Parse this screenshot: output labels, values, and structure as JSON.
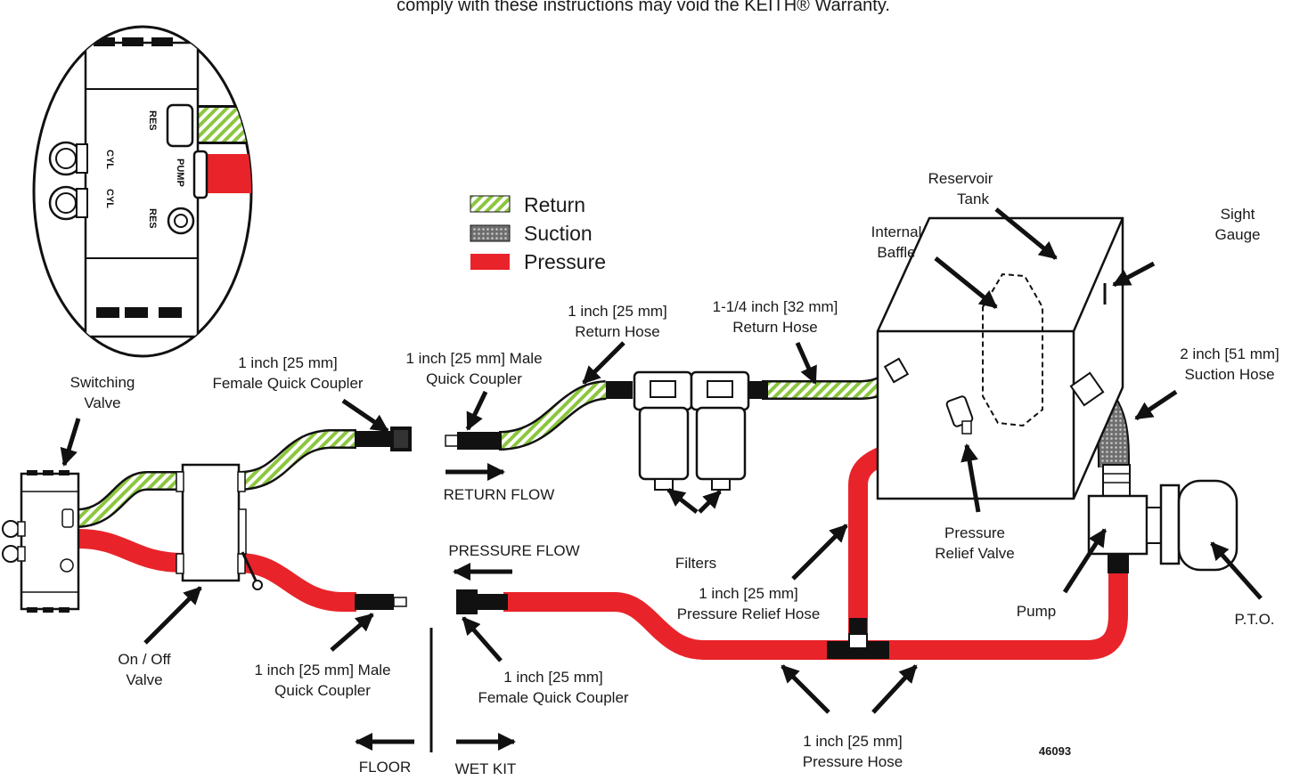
{
  "header_text": "comply with these instructions may void the KEITH® Warranty.",
  "legend": [
    {
      "label": "Return",
      "pattern": "return",
      "color": "#8cc63f"
    },
    {
      "label": "Suction",
      "pattern": "suction",
      "color": "#7a7a7a"
    },
    {
      "label": "Pressure",
      "pattern": "pressure",
      "color": "#e8242a"
    }
  ],
  "inset_ports": {
    "res_top": "RES",
    "cyl_1": "CYL",
    "cyl_2": "CYL",
    "pump": "PUMP",
    "res_bottom": "RES"
  },
  "labels": {
    "switching_valve": [
      "Switching",
      "Valve"
    ],
    "female_coupler_top": [
      "1 inch [25 mm]",
      "Female Quick Coupler"
    ],
    "male_coupler_top": [
      "1 inch [25 mm] Male",
      "Quick Coupler"
    ],
    "return_hose_1in": [
      "1 inch [25 mm]",
      "Return Hose"
    ],
    "return_hose_125": [
      "1-1/4  inch [32 mm]",
      "Return Hose"
    ],
    "reservoir_tank": [
      "Reservoir",
      "Tank"
    ],
    "internal_baffle": [
      "Internal",
      "Baffle"
    ],
    "sight_gauge": [
      "Sight",
      "Gauge"
    ],
    "suction_hose": [
      "2 inch [51 mm]",
      "Suction Hose"
    ],
    "return_flow": "RETURN FLOW",
    "pressure_flow": "PRESSURE FLOW",
    "filters": "Filters",
    "pressure_relief_valve": [
      "Pressure",
      "Relief Valve"
    ],
    "pressure_relief_hose": [
      "1 inch [25 mm]",
      "Pressure Relief Hose"
    ],
    "pump": "Pump",
    "pto": "P.T.O.",
    "on_off_valve": [
      "On / Off",
      "Valve"
    ],
    "male_coupler_bottom": [
      "1 inch [25 mm] Male",
      "Quick Coupler"
    ],
    "female_coupler_bottom": [
      "1 inch [25 mm]",
      "Female Quick Coupler"
    ],
    "pressure_hose": [
      "1 inch [25 mm]",
      "Pressure Hose"
    ],
    "floor": "FLOOR",
    "wet_kit": "WET KIT",
    "figure_number": "46093"
  }
}
